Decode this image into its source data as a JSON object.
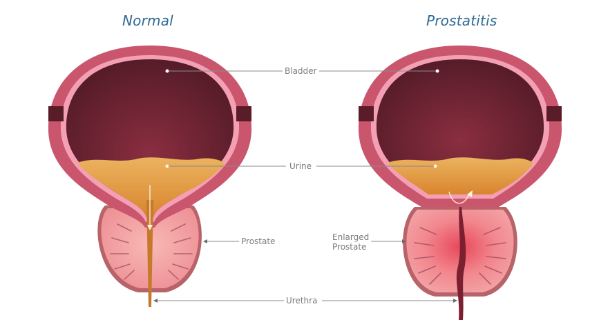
{
  "titles": {
    "left": "Normal",
    "right": "Prostatitis"
  },
  "labels": {
    "bladder": "Bladder",
    "urine": "Urine",
    "prostate": "Prostate",
    "enlarged_prostate_line1": "Enlarged",
    "enlarged_prostate_line2": "Prostate",
    "urethra": "Urethra"
  },
  "colors": {
    "title": "#2d6a92",
    "bladder_wall": "#c9566d",
    "bladder_lining": "#f3a0b5",
    "bladder_interior": "#6e2233",
    "urine": "#e9a34a",
    "prostate": "#f2a3a3",
    "prostate_inflamed": "#e8485a",
    "label_text": "#7b7b7b"
  }
}
